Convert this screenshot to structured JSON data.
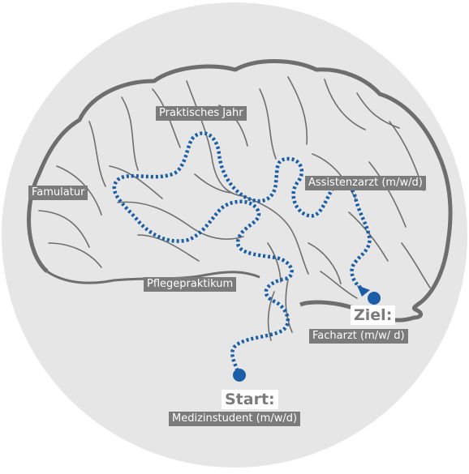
{
  "stations": {
    "praktisches_jahr": "Praktisches Jahr",
    "famulatur": "Famulatur",
    "assistenzarzt": "Assistenzarzt (m/w/d)",
    "pflegepraktikum": "Pflegepraktikum"
  },
  "start": {
    "heading": "Start:",
    "label": "Medizinstudent (m/w/d)"
  },
  "goal": {
    "heading": "Ziel:",
    "label": "Facharzt (m/w/ d)"
  },
  "colors": {
    "circle": "#e6e6e6",
    "brain_outline": "#6e6e6e",
    "path": "#1a5ea8",
    "label_bg": "#7b7b7b"
  }
}
